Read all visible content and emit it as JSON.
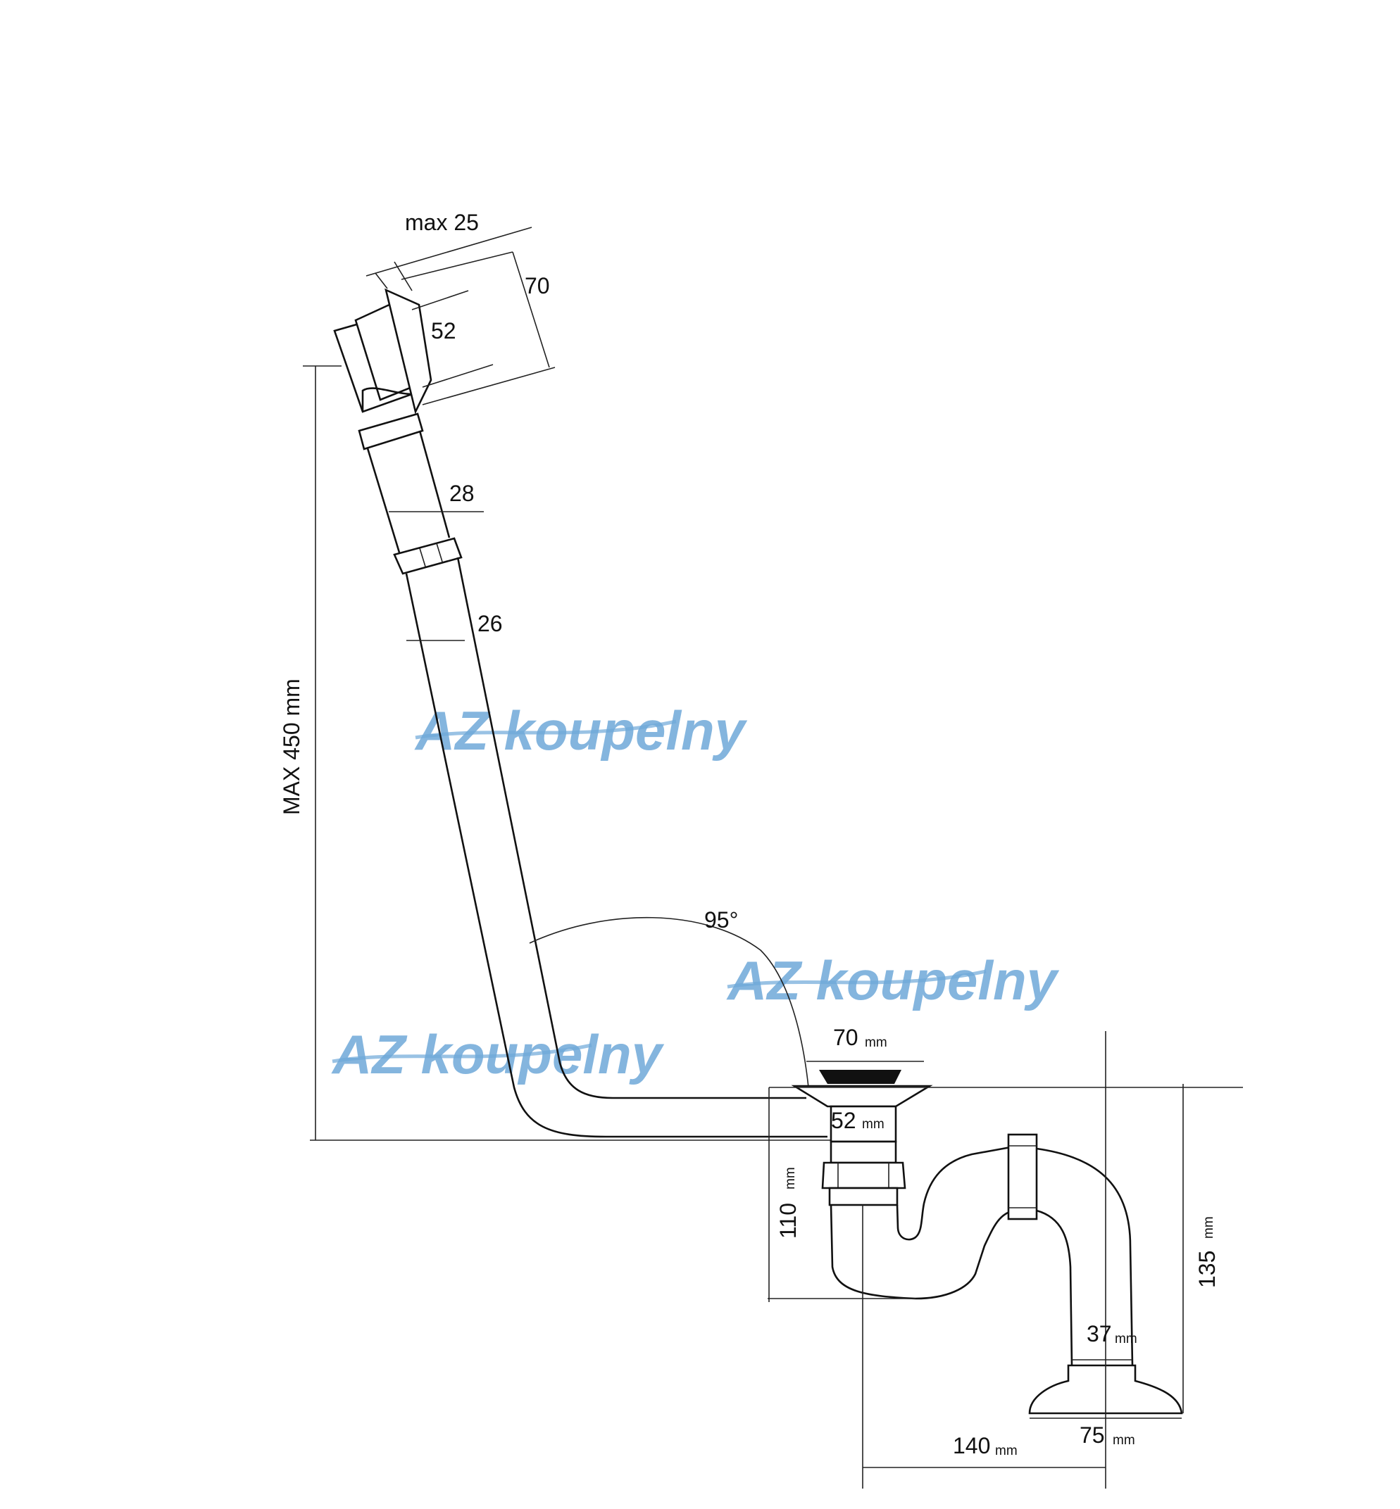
{
  "dimensions": {
    "overflow_max": "max 25",
    "overflow_height": "70",
    "overflow_diameter": "52",
    "tube_upper": "28",
    "tube_lower": "26",
    "max_height": "MAX 450 mm",
    "angle": "95°",
    "plug_top": "70",
    "plug_top_unit": "mm",
    "plug_body": "52",
    "plug_body_unit": "mm",
    "drop_height": "110",
    "drop_height_unit": "mm",
    "trap_height": "135",
    "trap_height_unit": "mm",
    "outlet_diameter": "37",
    "outlet_diameter_unit": "mm",
    "outlet_flange": "75",
    "outlet_flange_unit": "mm",
    "horizontal_offset": "140",
    "horizontal_offset_unit": "mm"
  },
  "watermarks": [
    "AZ koupelny",
    "AZ koupelny",
    "AZ koupelny"
  ],
  "colors": {
    "watermark": "#6ea8d8",
    "line": "#111111",
    "background": "#ffffff"
  }
}
